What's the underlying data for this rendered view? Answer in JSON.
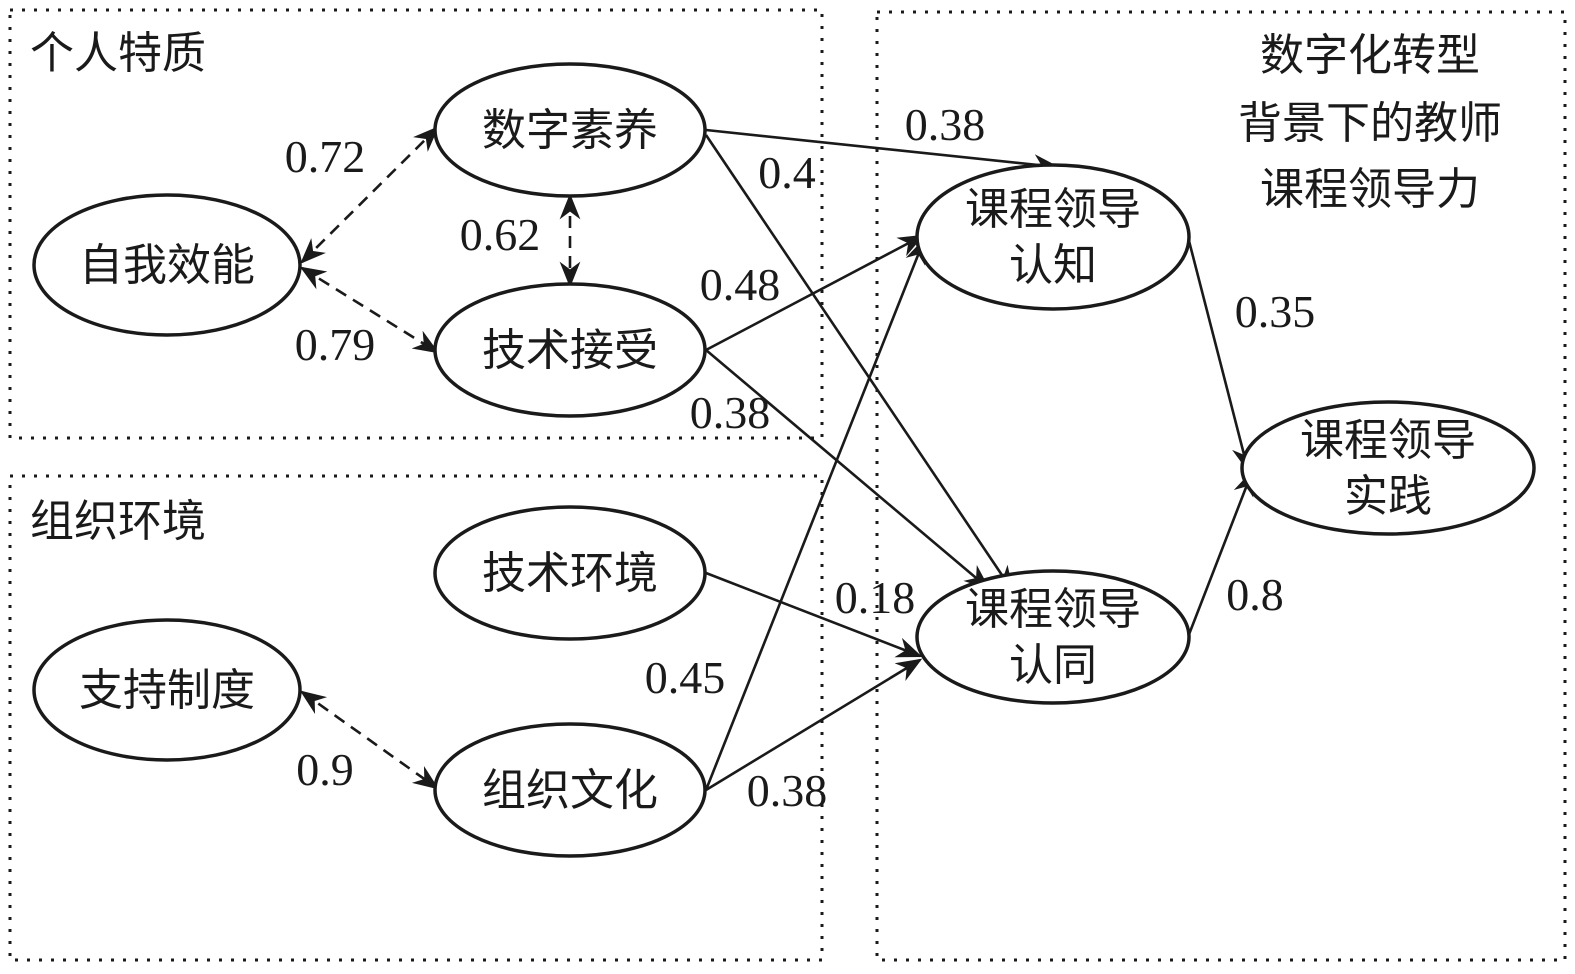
{
  "groups": {
    "personal": {
      "title": "个人特质"
    },
    "organizational": {
      "title": "组织环境"
    },
    "leadership": {
      "title_lines": [
        "数字化转型",
        "背景下的教师",
        "课程领导力"
      ]
    }
  },
  "nodes": {
    "self_efficacy": {
      "lines": [
        "自我效能"
      ]
    },
    "digital_literacy": {
      "lines": [
        "数字素养"
      ]
    },
    "tech_acceptance": {
      "lines": [
        "技术接受"
      ]
    },
    "support_system": {
      "lines": [
        "支持制度"
      ]
    },
    "tech_environment": {
      "lines": [
        "技术环境"
      ]
    },
    "org_culture": {
      "lines": [
        "组织文化"
      ]
    },
    "cl_cognition": {
      "lines": [
        "课程领导",
        "认知"
      ]
    },
    "cl_identity": {
      "lines": [
        "课程领导",
        "认同"
      ]
    },
    "cl_practice": {
      "lines": [
        "课程领导",
        "实践"
      ]
    }
  },
  "edges": [
    {
      "id": "cov-se-dl",
      "from": "self_efficacy",
      "to": "digital_literacy",
      "type": "covariance",
      "coef": "0.72"
    },
    {
      "id": "cov-se-ta",
      "from": "self_efficacy",
      "to": "tech_acceptance",
      "type": "covariance",
      "coef": "0.79"
    },
    {
      "id": "cov-dl-ta",
      "from": "digital_literacy",
      "to": "tech_acceptance",
      "type": "covariance",
      "coef": "0.62"
    },
    {
      "id": "cov-ss-oc",
      "from": "support_system",
      "to": "org_culture",
      "type": "covariance",
      "coef": "0.9"
    },
    {
      "id": "path-dl-clc",
      "from": "digital_literacy",
      "to": "cl_cognition",
      "type": "path",
      "coef": "0.38"
    },
    {
      "id": "path-dl-cli",
      "from": "digital_literacy",
      "to": "cl_identity",
      "type": "path",
      "coef": "0.4"
    },
    {
      "id": "path-ta-clc",
      "from": "tech_acceptance",
      "to": "cl_cognition",
      "type": "path",
      "coef": "0.48"
    },
    {
      "id": "path-ta-cli",
      "from": "tech_acceptance",
      "to": "cl_identity",
      "type": "path",
      "coef": "0.38"
    },
    {
      "id": "path-te-cli",
      "from": "tech_environment",
      "to": "cl_identity",
      "type": "path",
      "coef": "0.18"
    },
    {
      "id": "path-oc-clc",
      "from": "org_culture",
      "to": "cl_cognition",
      "type": "path",
      "coef": "0.45"
    },
    {
      "id": "path-oc-cli",
      "from": "org_culture",
      "to": "cl_identity",
      "type": "path",
      "coef": "0.38"
    },
    {
      "id": "path-clc-clp",
      "from": "cl_cognition",
      "to": "cl_practice",
      "type": "path",
      "coef": "0.35"
    },
    {
      "id": "path-cli-clp",
      "from": "cl_identity",
      "to": "cl_practice",
      "type": "path",
      "coef": "0.8"
    }
  ]
}
